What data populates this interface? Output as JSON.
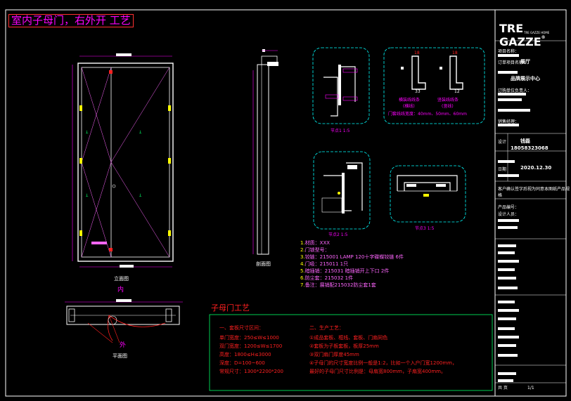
{
  "title": "室内子母门，右外开 工艺",
  "logo": {
    "text": "TRE GAZZE",
    "mark": "®",
    "sub": "TRE GAZZE HOME"
  },
  "labels": {
    "elevation": "立面图",
    "section": "剖面图",
    "plan": "平面图",
    "inside": "内",
    "outside": "外",
    "node1": "节点1  1:5",
    "node2": "节点2  1:5",
    "node3": "节点3  1:5",
    "horizontal_strip": "横装线线条",
    "horizontal_strip_sub": "(横线)",
    "vertical_strip": "竖装线线条",
    "vertical_strip_sub": "(竖线)",
    "strip_width": "门套线线宽度：40mm、50mm、60mm",
    "dim_18a": "18",
    "dim_18b": "18",
    "dim_33": "33",
    "dim_12": "12"
  },
  "spec_list": [
    {
      "n": "1.",
      "t": "材质：XXX"
    },
    {
      "n": "2.",
      "t": "门锁型号："
    },
    {
      "n": "3.",
      "t": "铰链：215001 LAMP 120十字碟蝶铰链 6件"
    },
    {
      "n": "4.",
      "t": "门吸：215011  1只"
    },
    {
      "n": "5.",
      "t": "暗插销：215031 暗插销开上下口 2件"
    },
    {
      "n": "6.",
      "t": "防尘套：215032 1件"
    },
    {
      "n": "7.",
      "t": "备注：展销配215032防尘套1套"
    }
  ],
  "craft": {
    "heading": "子母门工艺",
    "col1_title": "一、套板尺寸区间：",
    "col1": [
      "单门宽度：250≤W≤1000",
      "双门宽度：1200≤W≤1700",
      "高度：1800≤H≤3000",
      "深度：D=100~600",
      "常规尺寸：1300*2200*200"
    ],
    "col2_title": "二、生产工艺：",
    "col2": [
      "①成品套板、框线、套板、门扇同色",
      "②套板为子板套板，板厚25mm",
      "③双门扇门厚度45mm",
      "④子母门的尺寸宽度比例一般是1:2，比如一个入户门宽1200mm，",
      "   最好的子母门尺寸比例是：母扇宽800mm，子扇宽400mm。"
    ]
  },
  "title_block": {
    "rows": [
      {
        "label": "项目名称：",
        "value": ""
      },
      {
        "label": "订单项目名称：",
        "value": "展厅"
      },
      {
        "label": "",
        "value": "品牌展示中心"
      },
      {
        "label": "订购单位负责人：",
        "value": ""
      },
      {
        "label": "",
        "value": ""
      },
      {
        "label": "销售经理：",
        "value": ""
      },
      {
        "label": "设计",
        "value": "钱磊"
      },
      {
        "label": "",
        "value": "18058323068"
      },
      {
        "label": "日期",
        "value": "2020.12.30"
      },
      {
        "label": "客户确认签字后视为同意本图纸产品规格",
        "value": ""
      },
      {
        "label": "产品编号：",
        "value": ""
      },
      {
        "label": "设计人员：",
        "value": ""
      }
    ],
    "sheet": "1/1",
    "sheet_label": "共  页"
  },
  "colors": {
    "frame": "#ffffff",
    "door": "#ffffff",
    "hinge": "#ffff00",
    "dim": "#ff00ff",
    "node": "#00ffff",
    "accent": "#ff2020",
    "craft_border": "#00ff66"
  }
}
